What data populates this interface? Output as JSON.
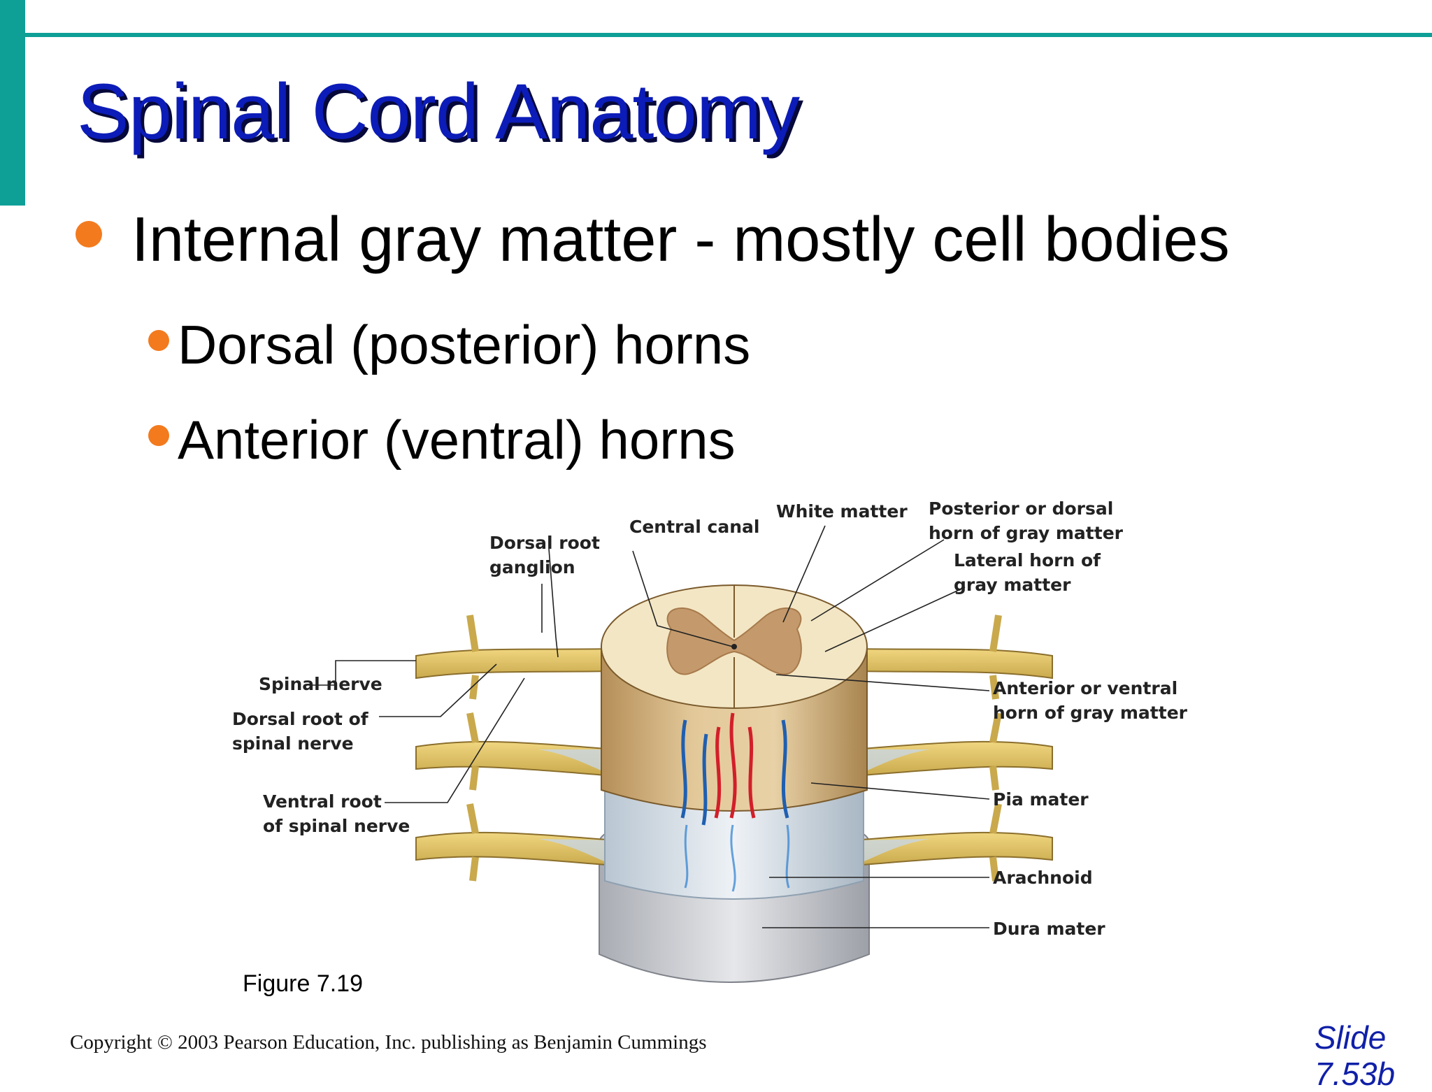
{
  "slide": {
    "title": "Spinal Cord Anatomy",
    "bullets": [
      {
        "level": 1,
        "text": "Internal gray matter - mostly cell bodies"
      },
      {
        "level": 2,
        "text": "Dorsal (posterior) horns"
      },
      {
        "level": 2,
        "text": "Anterior (ventral) horns"
      }
    ],
    "figure_caption": "Figure 7.19",
    "copyright": "Copyright © 2003 Pearson Education, Inc. publishing as Benjamin Cummings",
    "slide_number": "Slide 7.53b"
  },
  "diagram": {
    "labels": {
      "white_matter": "White matter",
      "central_canal": "Central canal",
      "dorsal_root_ganglion": [
        "Dorsal root",
        "ganglion"
      ],
      "posterior_horn": [
        "Posterior or dorsal",
        "horn of gray matter"
      ],
      "lateral_horn": [
        "Lateral horn of",
        "gray matter"
      ],
      "spinal_nerve": "Spinal nerve",
      "dorsal_root": [
        "Dorsal root of",
        "spinal nerve"
      ],
      "ventral_root": [
        "Ventral root",
        "of spinal nerve"
      ],
      "anterior_horn": [
        "Anterior or ventral",
        "horn of gray matter"
      ],
      "pia_mater": "Pia mater",
      "arachnoid": "Arachnoid",
      "dura_mater": "Dura mater"
    }
  },
  "colors": {
    "accent": "#0e9f97",
    "title": "#0c1cb8",
    "bullet": "#f37a1d"
  }
}
